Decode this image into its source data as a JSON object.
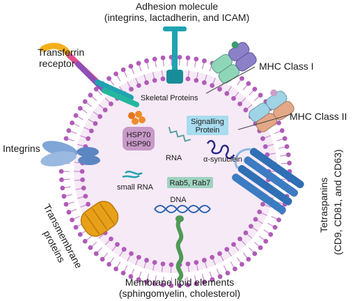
{
  "labels": {
    "adhesion_line1": "Adhesion molecule",
    "adhesion_line2": "(integrins, lactadherin, and ICAM)",
    "transferrin_line1": "Transferrin",
    "transferrin_line2": "receptor",
    "mhc1": "MHC Class I",
    "mhc2": "MHC Class II",
    "skeletal": "Skeletal Proteins",
    "signalling_line1": "Signalling",
    "signalling_line2": "Protein",
    "integrins": "Integrins",
    "hsp70": "HSP70",
    "hsp90": "HSP90",
    "rna": "RNA",
    "asyn": "α-synuclein",
    "small_rna": "small RNA",
    "rab": "Rab5, Rab7",
    "dna": "DNA",
    "tetraspanins_line1": "Tetraspanins",
    "tetraspanins_line2": "(CD9, CD81, and CD63)",
    "transmembrane_line1": "Transmembrane",
    "transmembrane_line2": "proteins",
    "lipid_line1": "Membrane lipid elements",
    "lipid_line2": "(sphingomyelin, cholesterol)"
  },
  "colors": {
    "lipid_head": "#b05cb8",
    "lipid_tail": "#c98bcf",
    "interior": "#f6eaf6",
    "adhesion": "#1fa3b0",
    "mhc1_a": "#8fd6b8",
    "mhc1_b": "#8c80c9",
    "mhc2_a": "#9fd3e6",
    "mhc2_b": "#e3a887",
    "hsp_box": "#c89ac8",
    "hsp_ball": "#f08a2a",
    "signalling_box": "#a8dcef",
    "rab_box": "#9fd2bf",
    "tetraspanin": "#2f6fb5",
    "integrin": "#7fa6d6",
    "transmembrane": "#e8a018",
    "dna": "#2b63b0",
    "lipid_element": "#4f9a55"
  }
}
